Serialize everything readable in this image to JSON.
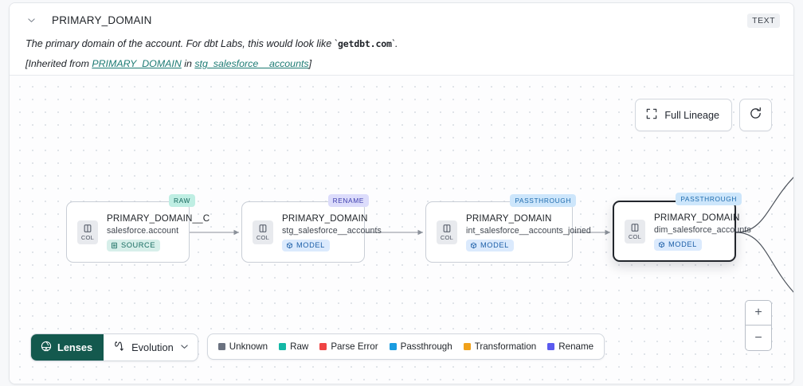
{
  "header": {
    "collapse_icon": "chevron-down-icon",
    "title": "PRIMARY_DOMAIN",
    "type_badge": "TEXT",
    "description_pre": "The primary domain of the account. For dbt Labs, this would look like `",
    "description_code": "getdbt.com",
    "description_post": "`.",
    "inherited_pre": "[Inherited from ",
    "inherited_link1": "PRIMARY_DOMAIN",
    "inherited_mid": " in ",
    "inherited_link2": "stg_salesforce__accounts",
    "inherited_post": "]"
  },
  "controls": {
    "full_lineage_label": "Full Lineage",
    "full_lineage_icon": "expand-corners-icon",
    "refresh_icon": "refresh-icon",
    "zoom_in_label": "+",
    "zoom_out_label": "−"
  },
  "lineage": {
    "nodes": [
      {
        "column": "PRIMARY_DOMAIN__C",
        "table": "salesforce.account",
        "kind": "SOURCE",
        "kind_type": "source",
        "tag": "RAW",
        "tag_type": "raw",
        "chip_label": "COL",
        "selected": false
      },
      {
        "column": "PRIMARY_DOMAIN",
        "table": "stg_salesforce__accounts",
        "kind": "MODEL",
        "kind_type": "model",
        "tag": "RENAME",
        "tag_type": "rename",
        "chip_label": "COL",
        "selected": false
      },
      {
        "column": "PRIMARY_DOMAIN",
        "table": "int_salesforce__accounts_joined",
        "kind": "MODEL",
        "kind_type": "model",
        "tag": "PASSTHROUGH",
        "tag_type": "passthrough",
        "chip_label": "COL",
        "selected": false
      },
      {
        "column": "PRIMARY_DOMAIN",
        "table": "dim_salesforce_accounts",
        "kind": "MODEL",
        "kind_type": "model",
        "tag": "PASSTHROUGH",
        "tag_type": "passthrough",
        "chip_label": "COL",
        "selected": true
      }
    ]
  },
  "bottom_bar": {
    "lenses_label": "Lenses",
    "lenses_icon": "lens-aperture-icon",
    "evolution_label": "Evolution",
    "evolution_icon": "branch-flow-icon",
    "evolution_chevron": "chevron-down-icon",
    "legend": [
      {
        "label": "Unknown",
        "color": "#6b7280"
      },
      {
        "label": "Raw",
        "color": "#14b8a6"
      },
      {
        "label": "Parse Error",
        "color": "#ef4444"
      },
      {
        "label": "Passthrough",
        "color": "#1a9ce0"
      },
      {
        "label": "Transformation",
        "color": "#f0a11a"
      },
      {
        "label": "Rename",
        "color": "#5b5bef"
      }
    ]
  },
  "colors": {
    "accent_green": "#14594e",
    "link_teal": "#1c7a73",
    "selected_border": "#22262c"
  }
}
